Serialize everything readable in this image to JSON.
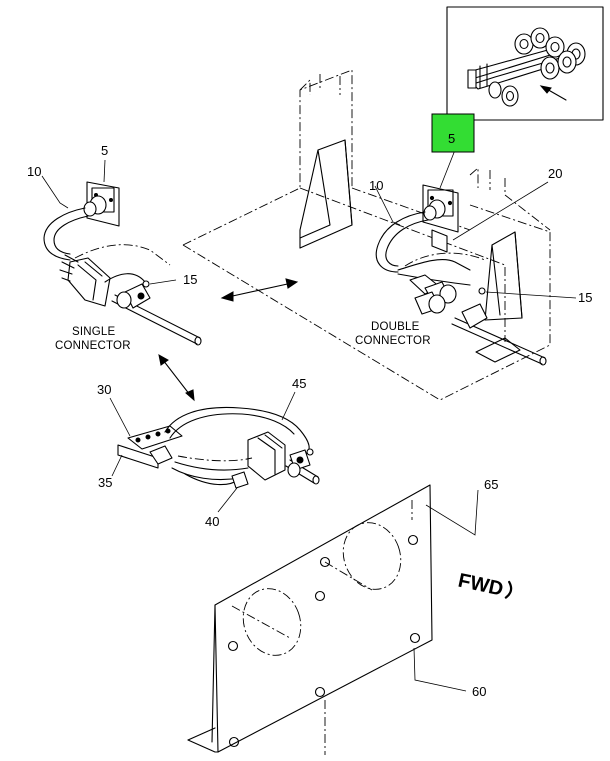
{
  "highlight_color": "#33dd33",
  "callouts": {
    "c5_highlight": "5",
    "c5_left": "5",
    "c10_left": "10",
    "c10_right": "10",
    "c15_left": "15",
    "c15_right": "15",
    "c20": "20",
    "c30": "30",
    "c35": "35",
    "c40": "40",
    "c45": "45",
    "c60": "60",
    "c65": "65"
  },
  "captions": {
    "single_line1": "SINGLE",
    "single_line2": "CONNECTOR",
    "double_line1": "DOUBLE",
    "double_line2": "CONNECTOR"
  },
  "direction_label": "FWD"
}
